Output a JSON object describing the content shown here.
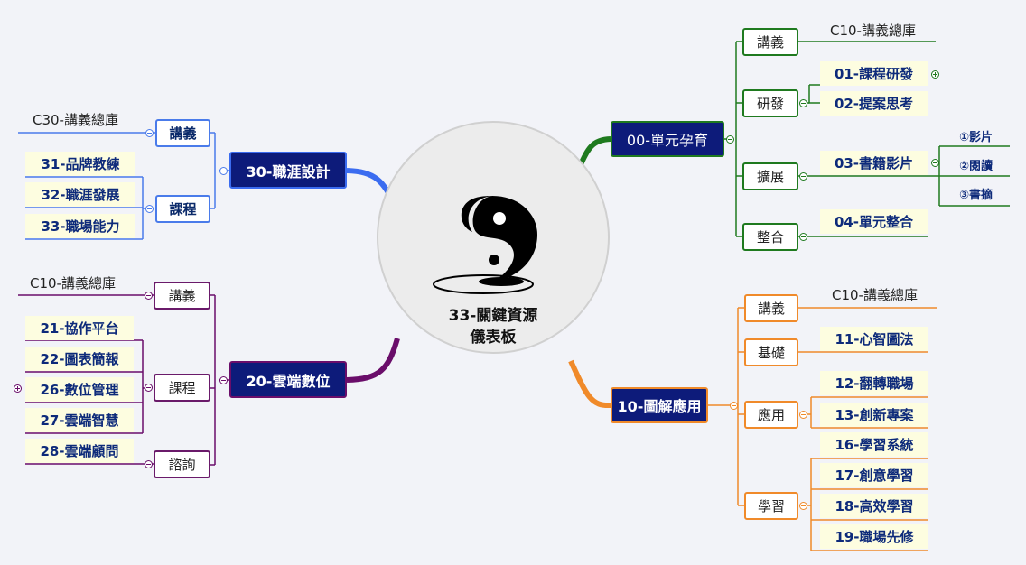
{
  "center": {
    "title_line1": "33-關鍵資源",
    "title_line2": "儀表板"
  },
  "b00": {
    "label": "00-單元孕育",
    "s_jiangyi": "講義",
    "s_yanfa": "研發",
    "s_kuozhan": "擴展",
    "s_zhenghe": "整合",
    "c10": "C10-講義總庫",
    "l01": "01-課程研發",
    "l02": "02-提案思考",
    "l03": "03-書籍影片",
    "l04": "04-單元整合",
    "m1": "①影片",
    "m2": "②閱讀",
    "m3": "③書摘"
  },
  "b10": {
    "label": "10-圖解應用",
    "s_jiangyi": "講義",
    "s_jichu": "基礎",
    "s_yingyong": "應用",
    "s_xuexi": "學習",
    "c10": "C10-講義總庫",
    "l11": "11-心智圖法",
    "l12": "12-翻轉職場",
    "l13": "13-創新專案",
    "l16": "16-學習系統",
    "l17": "17-創意學習",
    "l18": "18-高效學習",
    "l19": "19-職場先修"
  },
  "b20": {
    "label": "20-雲端數位",
    "s_jiangyi": "講義",
    "s_kecheng": "課程",
    "s_zixun": "諮詢",
    "c10": "C10-講義總庫",
    "l21": "21-協作平台",
    "l22": "22-圖表簡報",
    "l26": "26-數位管理",
    "l27": "27-雲端智慧",
    "l28": "28-雲端顧問"
  },
  "b30": {
    "label": "30-職涯設計",
    "s_jiangyi": "講義",
    "s_kecheng": "課程",
    "c30": "C30-講義總庫",
    "l31": "31-品牌教練",
    "l32": "32-職涯發展",
    "l33": "33-職場能力"
  },
  "colors": {
    "green": "#1f7a1f",
    "orange": "#f08a2a",
    "purple": "#6a0d6a",
    "blue": "#3b6cf0",
    "navy": "#0d1b7a"
  }
}
